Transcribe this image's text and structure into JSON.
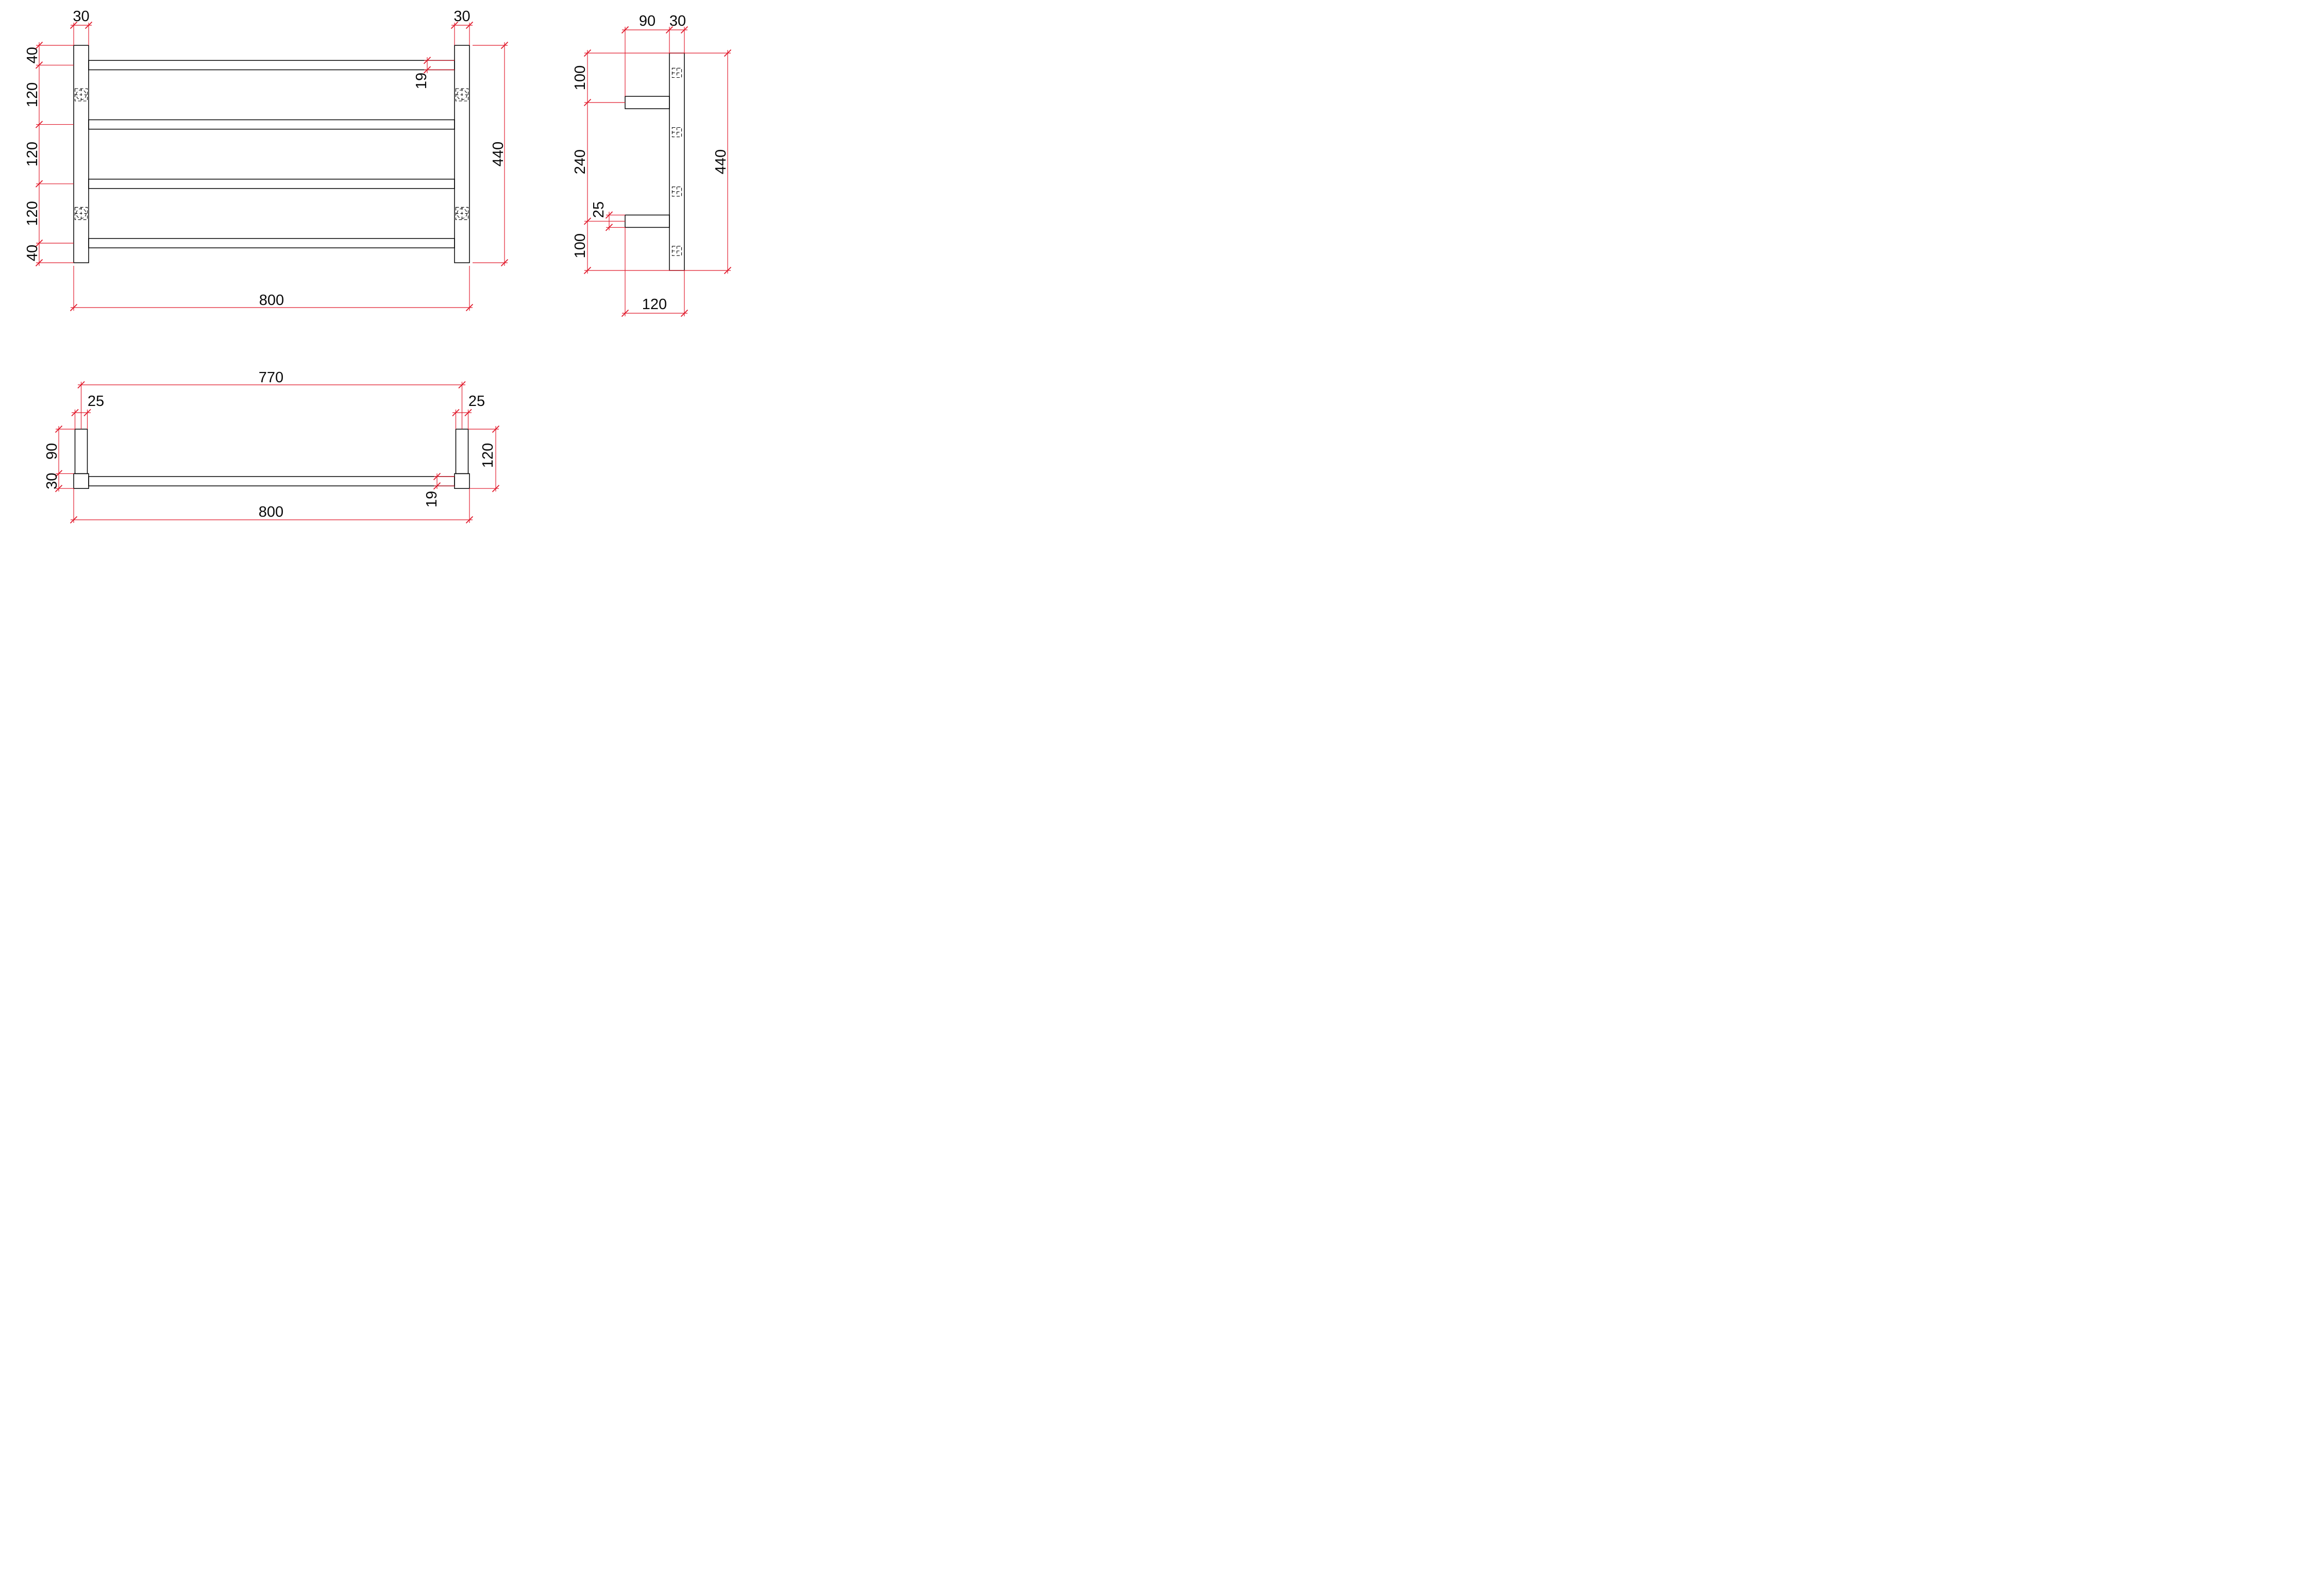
{
  "drawing": {
    "background_color": "#ffffff",
    "object_line_color": "#000000",
    "dimension_color": "#e0192b",
    "symbols": {
      "hidden_bracket_symbol": "dashed-square-with-dashed-circle-and-crosshair",
      "hidden_rail_end_symbol": "dashed-square-with-dashed-center-cross"
    }
  },
  "front_view": {
    "dim_post_width_left": "30",
    "dim_post_width_right": "30",
    "dim_chain": [
      "40",
      "120",
      "120",
      "120",
      "40"
    ],
    "dim_rail_thickness": "19",
    "dim_height": "440",
    "dim_width": "800"
  },
  "side_view": {
    "dim_bracket_length": "90",
    "dim_post_depth": "30",
    "dim_top_to_bracket": "100",
    "dim_bracket_spacing": "240",
    "dim_bracket_thickness": "25",
    "dim_bracket_to_bottom": "100",
    "dim_height": "440",
    "dim_total_depth": "120"
  },
  "bottom_view": {
    "dim_post_centres": "770",
    "dim_bracket_width_left": "25",
    "dim_bracket_width_right": "25",
    "dim_bracket_length": "90",
    "dim_post_depth": "30",
    "dim_total_depth": "120",
    "dim_rail_thickness": "19",
    "dim_width": "800"
  }
}
